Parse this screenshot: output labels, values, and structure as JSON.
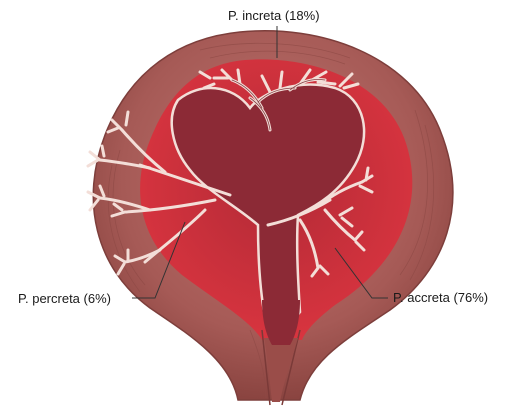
{
  "labels": {
    "increta": "P. increta (18%)",
    "percreta": "P. percreta (6%)",
    "accreta": "P. accreta (76%)"
  },
  "colors": {
    "outer_wall": "#a65a56",
    "wall_shadow": "#8a4440",
    "wall_inner": "#b8706a",
    "decidua": "#cf2e3a",
    "cavity": "#8c2a36",
    "villi_fill": "#f3ded8",
    "villi_outline": "#7a3036",
    "leader": "#333333"
  }
}
